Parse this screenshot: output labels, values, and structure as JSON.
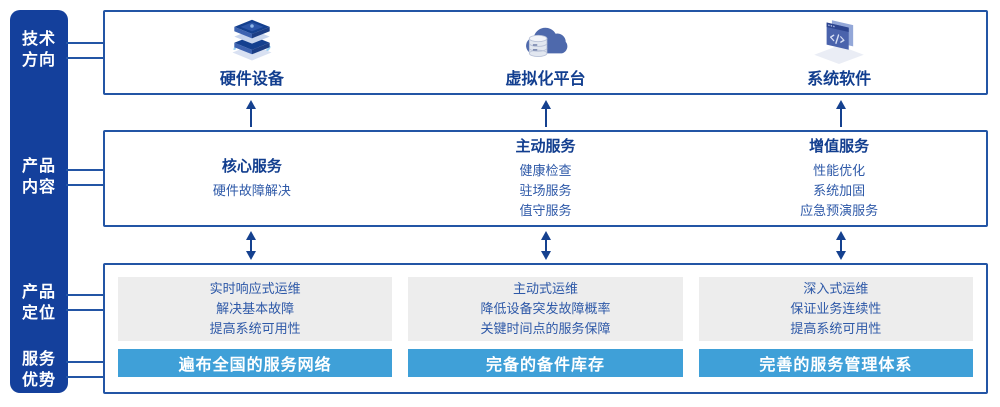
{
  "colors": {
    "sidebar_bg": "#14409C",
    "panel_border": "#2355A5",
    "title_navy": "#123E8F",
    "item_blue": "#2E59A8",
    "advantage_bar_blue": "#3FA0D8",
    "panel_gray": "#EDEDED",
    "arrow_navy": "#15418F"
  },
  "sidebar": {
    "items": [
      {
        "label": "技术\n方向"
      },
      {
        "label": "产品\n内容"
      },
      {
        "label": "产品\n定位"
      },
      {
        "label": "服务\n优势"
      }
    ]
  },
  "tech_row": {
    "columns": [
      {
        "icon": "server-stack-icon",
        "label": "硬件设备"
      },
      {
        "icon": "cloud-database-icon",
        "label": "虚拟化平台"
      },
      {
        "icon": "code-window-icon",
        "label": "系统软件"
      }
    ]
  },
  "content_row": {
    "columns": [
      {
        "title": "核心服务",
        "items": [
          "硬件故障解决"
        ]
      },
      {
        "title": "主动服务",
        "items": [
          "健康检查",
          "驻场服务",
          "值守服务"
        ]
      },
      {
        "title": "增值服务",
        "items": [
          "性能优化",
          "系统加固",
          "应急预演服务"
        ]
      }
    ]
  },
  "position_row": {
    "columns": [
      {
        "points": [
          "实时响应式运维",
          "解决基本故障",
          "提高系统可用性"
        ],
        "advantage": "遍布全国的服务网络"
      },
      {
        "points": [
          "主动式运维",
          "降低设备突发故障概率",
          "关键时间点的服务保障"
        ],
        "advantage": "完备的备件库存"
      },
      {
        "points": [
          "深入式运维",
          "保证业务连续性",
          "提高系统可用性"
        ],
        "advantage": "完善的服务管理体系"
      }
    ]
  }
}
